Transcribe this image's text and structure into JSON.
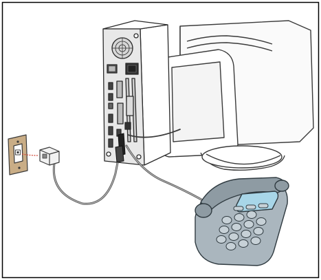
{
  "figure": {
    "kind": "hardware connection illustration",
    "components": [
      {
        "id": "wall-phone-jack",
        "icon": "wall-jack-icon"
      },
      {
        "id": "line-splitter",
        "icon": "connector-icon"
      },
      {
        "id": "computer-tower",
        "icon": "tower-rear-icon"
      },
      {
        "id": "crt-monitor",
        "icon": "monitor-icon"
      },
      {
        "id": "telephone",
        "icon": "telephone-icon"
      }
    ],
    "cables": [
      {
        "from": "line-splitter",
        "to": "computer-tower"
      },
      {
        "from": "computer-tower",
        "to": "telephone"
      },
      {
        "from": "computer-tower",
        "to": "crt-monitor"
      }
    ]
  },
  "colors": {
    "frame": "#000000",
    "line": "#3a3a3a",
    "gray_fill": "#e6e6e6",
    "phone_body": "#aab6be",
    "phone_display": "#a8d6e8",
    "jack_plate": "#c9ad86",
    "cable_red": "#d24a3a"
  }
}
